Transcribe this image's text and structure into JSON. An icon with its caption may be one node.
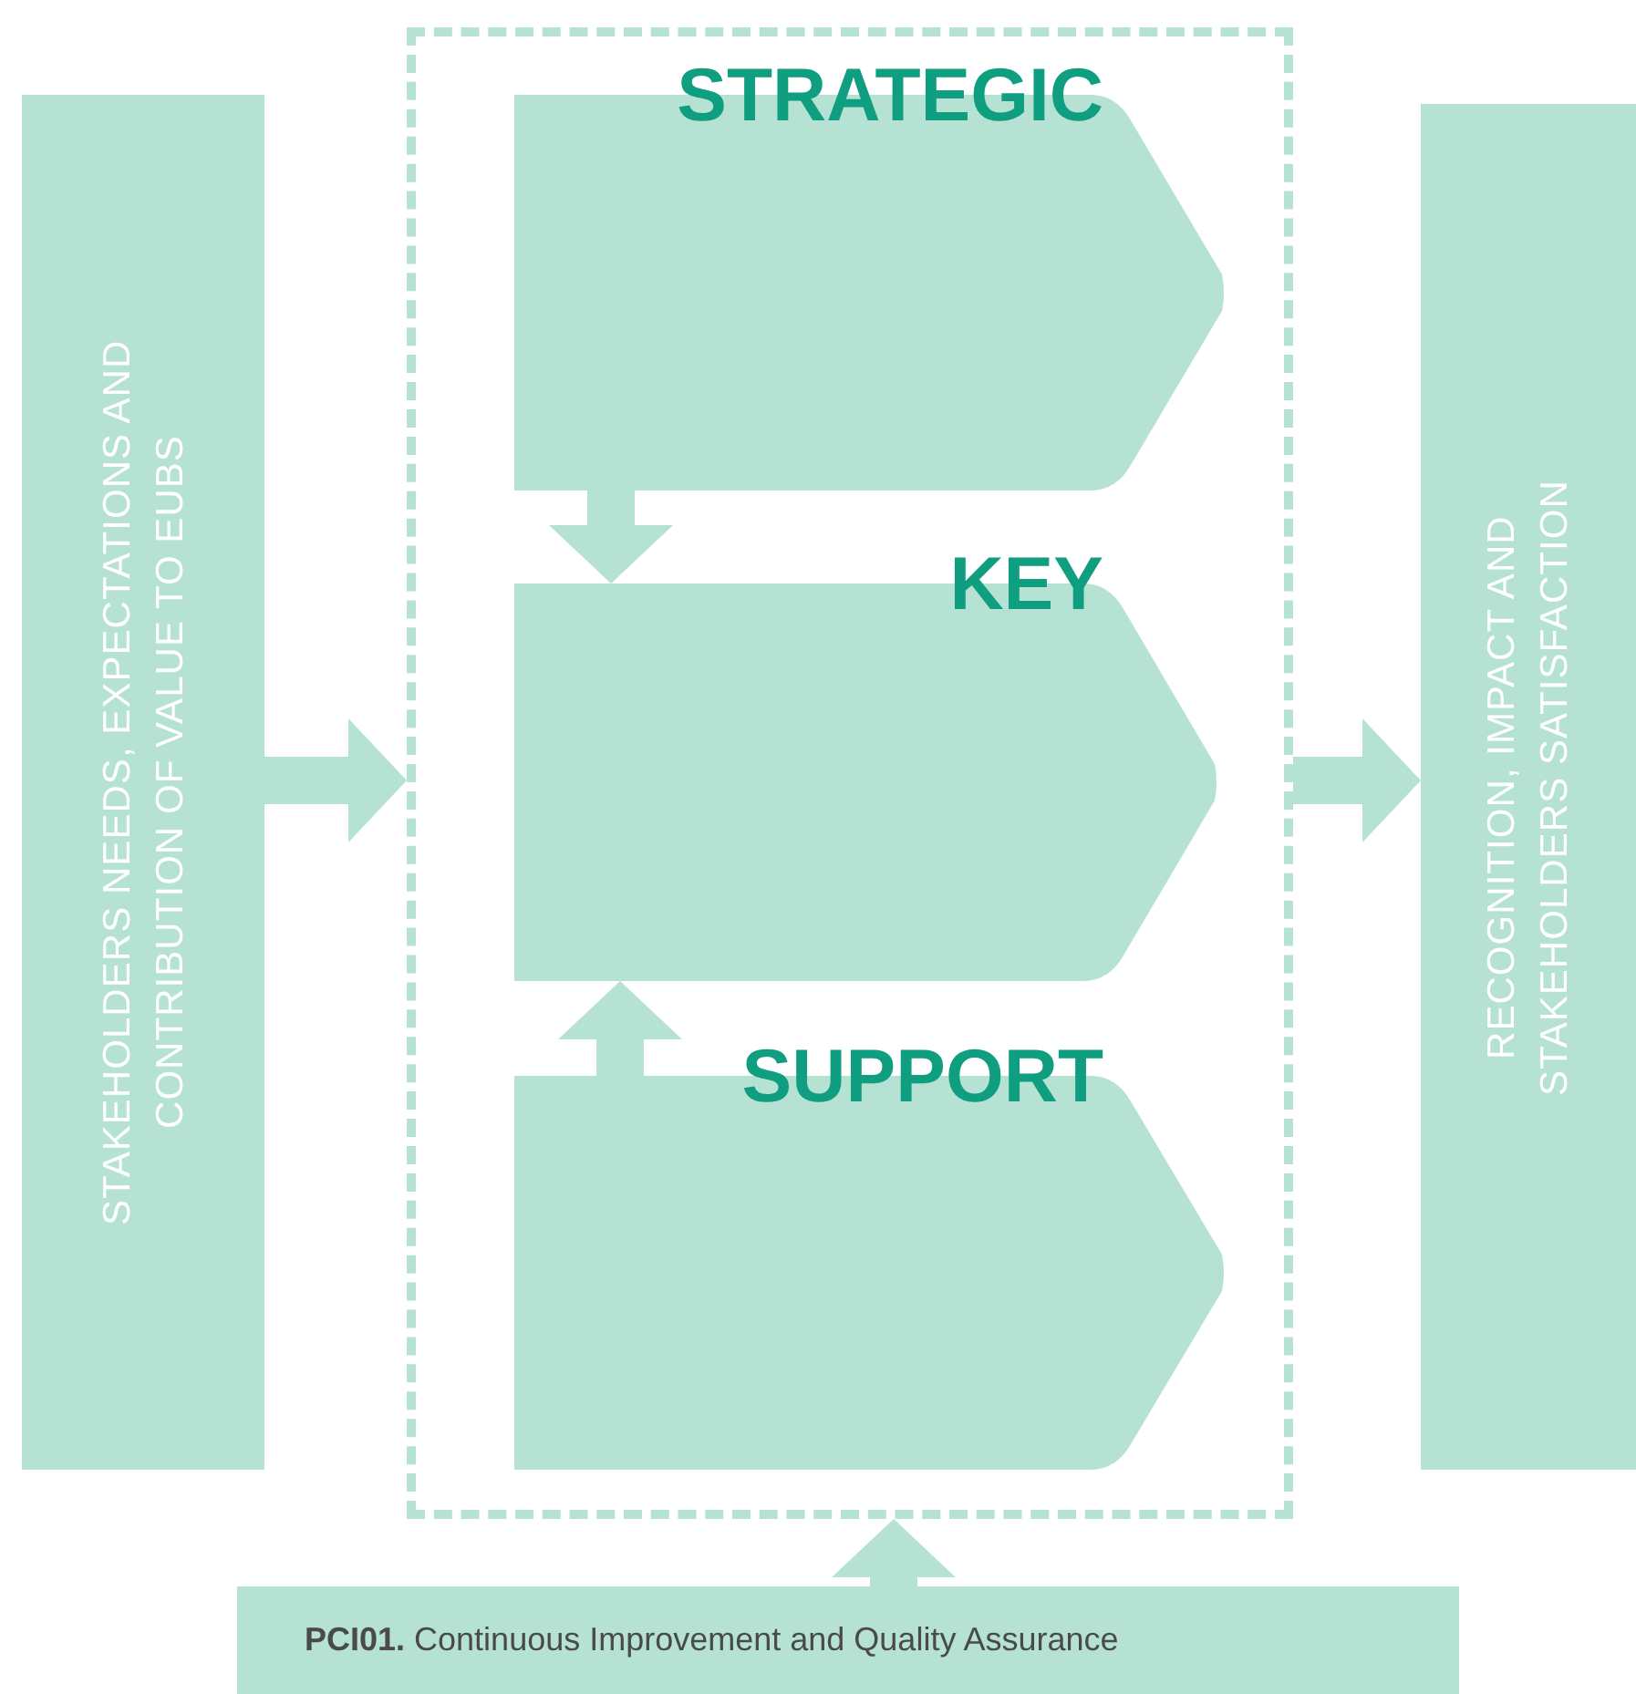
{
  "diagram": {
    "nodes": [
      {
        "text": [
          "STAKEHOLDERS NEEDS, EXPECTATIONS AND CONTRIBUTION OF VALUE TO EUBS"
        ]
      },
      {
        "text": [],
        "shape": "box"
      },
      {
        "text": [
          "STRATEGIC"
        ],
        "in": 1
      },
      {
        "text": [
          "KEY"
        ],
        "in": 1
      },
      {
        "text": [
          "SUPPORT"
        ],
        "in": 1
      },
      {
        "text": [
          "RECOGNITION, IMPACT AND STAKEHOLDERS SATISFACTION"
        ]
      },
      {
        "text": [
          "**PCI01.** Continuous Improvement and Quality Assurance"
        ]
      }
    ],
    "edges": [
      {
        "from": 0,
        "to": 1,
        "arrow": "to",
        "style": "thick"
      },
      {
        "from": 1,
        "to": 5,
        "arrow": "to",
        "style": "thick"
      },
      {
        "from": 2,
        "to": 3,
        "arrow": "to",
        "style": "thick"
      },
      {
        "from": 4,
        "to": 3,
        "arrow": "to",
        "style": "thick"
      },
      {
        "from": 6,
        "to": 1,
        "arrow": "to",
        "style": "thick"
      }
    ]
  }
}
